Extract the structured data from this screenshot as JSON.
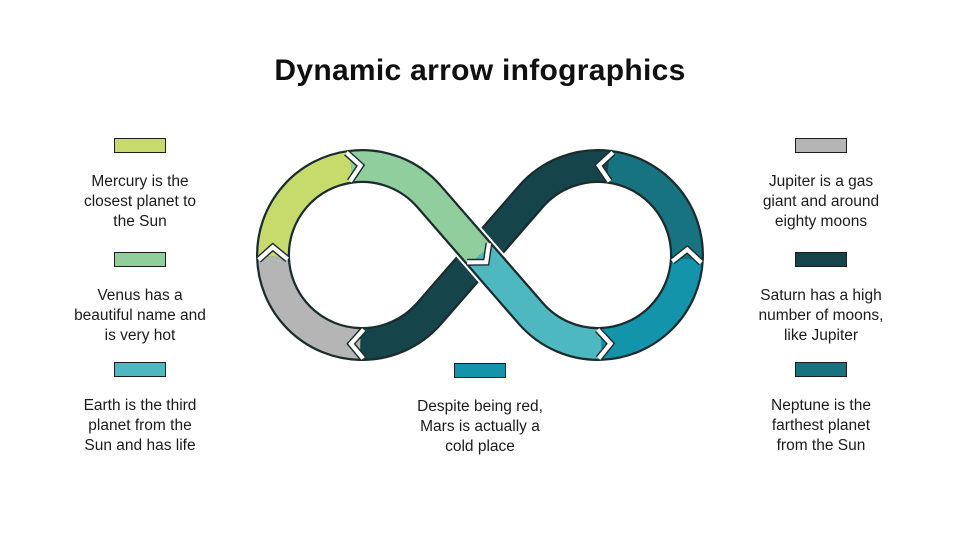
{
  "slide": {
    "title": "Dynamic arrow infographics",
    "background": "#ffffff"
  },
  "diagram": {
    "shape": "infinity-loop-of-arrow-segments",
    "segment_count": 7,
    "outline_color": "#1c2b2d",
    "separator_color": "#ffffff",
    "flow_order": [
      "mercury",
      "venus",
      "earth",
      "mars",
      "neptune",
      "saturn",
      "jupiter"
    ]
  },
  "items": [
    {
      "id": "mercury",
      "color": "#c7db6d",
      "text": "Mercury is the\nclosest planet to\nthe Sun"
    },
    {
      "id": "venus",
      "color": "#90ce9e",
      "text": "Venus has a\nbeautiful name and\nis very hot"
    },
    {
      "id": "earth",
      "color": "#4eb8c1",
      "text": "Earth is the third\nplanet from the\nSun and has life"
    },
    {
      "id": "mars",
      "color": "#1494ab",
      "text": "Despite being red,\nMars is actually a\ncold place"
    },
    {
      "id": "jupiter",
      "color": "#b5b5b5",
      "text": "Jupiter is a gas\ngiant and around\neighty moons"
    },
    {
      "id": "saturn",
      "color": "#15454a",
      "text": "Saturn has a high\nnumber of moons,\nlike Jupiter"
    },
    {
      "id": "neptune",
      "color": "#17737f",
      "text": "Neptune is the\nfarthest planet\nfrom the Sun"
    }
  ]
}
